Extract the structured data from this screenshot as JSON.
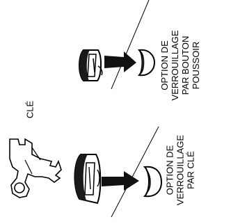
{
  "captions": {
    "push_button": [
      "OPTION DE",
      "VERROUILLAGE",
      "PAR BOUTON",
      "POUSSOIR"
    ],
    "key": [
      "OPTION DE",
      "VERROUILLAGE",
      "PAR CLÉ"
    ]
  },
  "key_label": "CLÉ",
  "colors": {
    "ink": "#000000",
    "fill_dark": "#1a1a1a",
    "fill_light": "#ffffff",
    "gray": "#9a9a9a"
  }
}
